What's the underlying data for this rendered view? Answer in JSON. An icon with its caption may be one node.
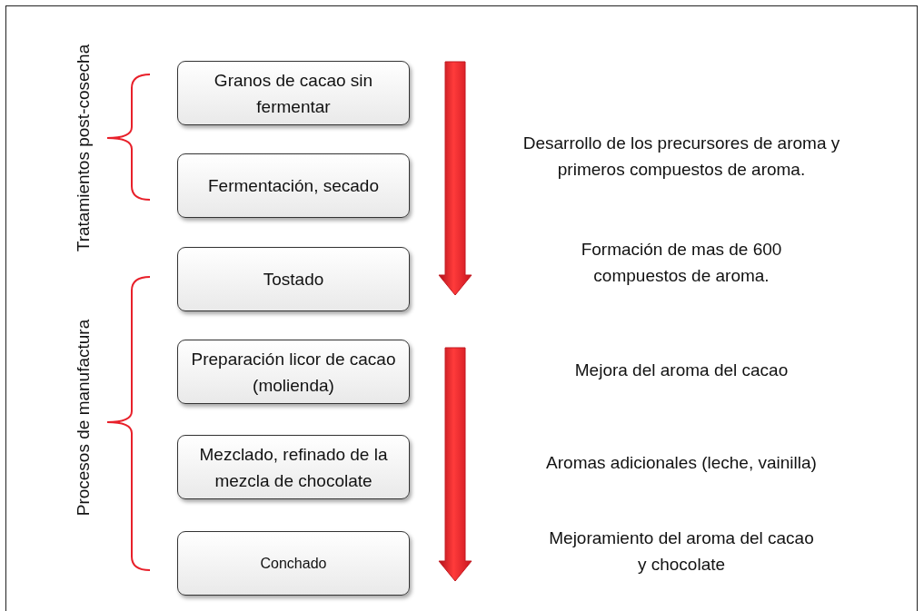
{
  "diagram": {
    "nodes": [
      {
        "text": [
          "Granos de cacao sin fermentar"
        ]
      },
      {
        "text": [
          "Fermentación, secado"
        ]
      },
      {
        "text": [
          "Tostado"
        ]
      },
      {
        "text": [
          "Preparación licor de cacao (molienda)"
        ]
      },
      {
        "text": [
          "Mezclado, refinado de la mezcla de chocolate"
        ]
      },
      {
        "text": [
          "Conchado"
        ]
      }
    ],
    "labels": [
      "Tratamientos post-cosecha",
      "Desarrollo de los precursores de aroma y primeros compuestos de aroma.",
      "Formación de mas de 600 compuestos de aroma.",
      "Procesos de manufactura",
      "Mejora del aroma del cacao",
      "Aromas adicionales (leche, vainilla)",
      "Mejoramiento del aroma del cacao y chocolate"
    ]
  }
}
